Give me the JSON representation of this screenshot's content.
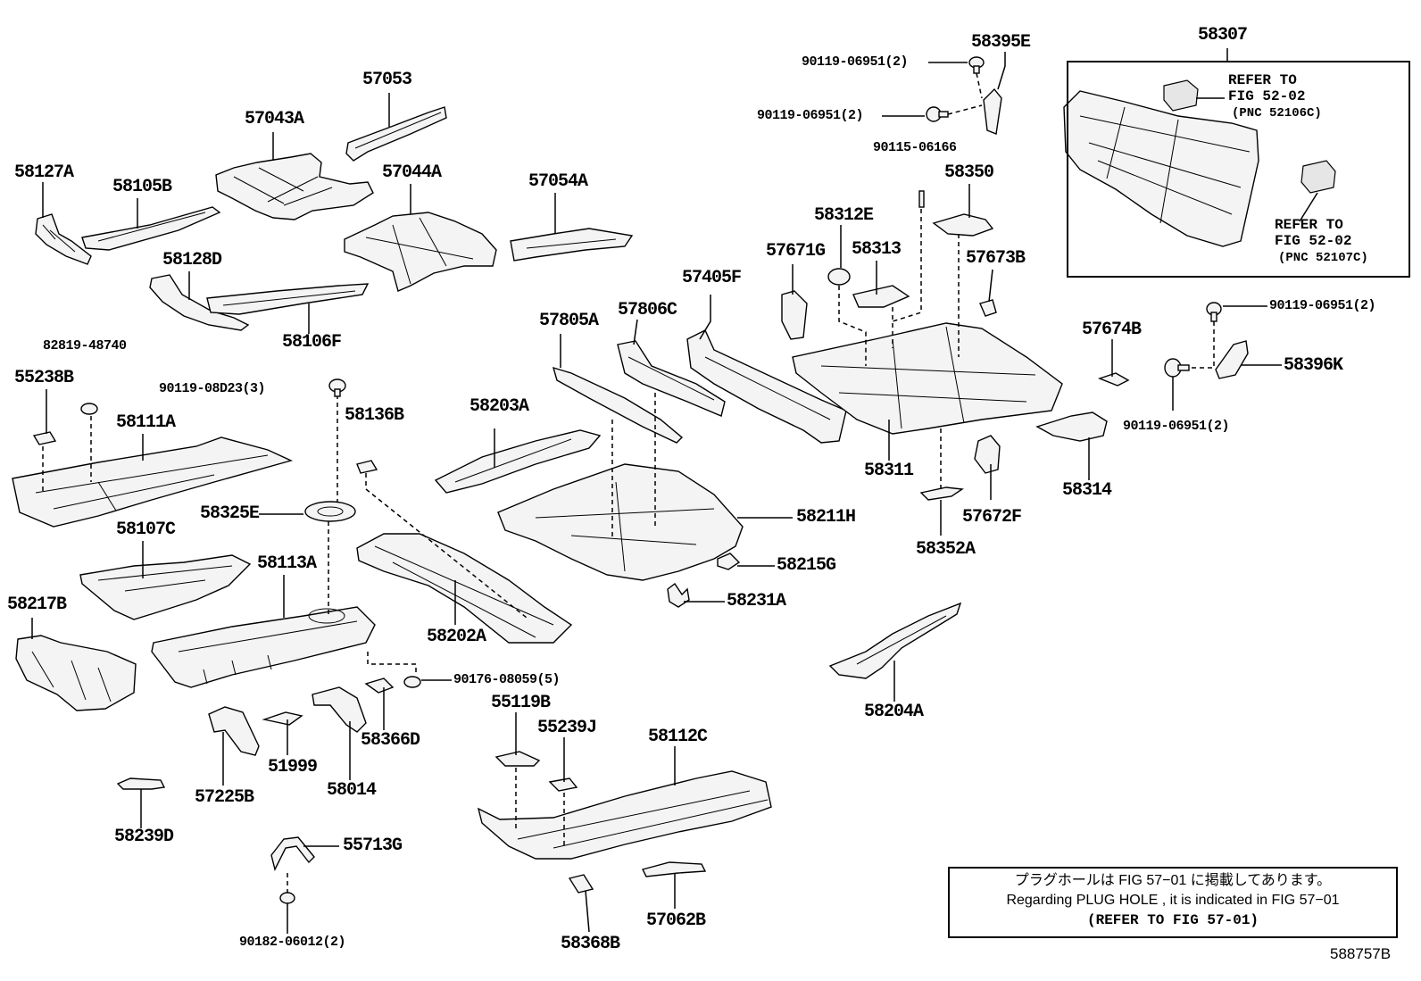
{
  "labels": {
    "l58307": "58307",
    "l58395E": "58395E",
    "l90119_a": "90119-06951(2)",
    "l90119_b": "90119-06951(2)",
    "l90115": "90115-06166",
    "l58350": "58350",
    "l58312E": "58312E",
    "l58313": "58313",
    "l57671G": "57671G",
    "l57673B": "57673B",
    "l57405F": "57405F",
    "l57806C": "57806C",
    "l57805A": "57805A",
    "l57674B": "57674B",
    "l90119_c": "90119-06951(2)",
    "l58396K": "58396K",
    "l90119_d": "90119-06951(2)",
    "l58311": "58311",
    "l58314": "58314",
    "l57672F": "57672F",
    "l58352A": "58352A",
    "l58211H": "58211H",
    "l58215G": "58215G",
    "l58231A": "58231A",
    "l58203A": "58203A",
    "l58202A": "58202A",
    "l58204A": "58204A",
    "l57053": "57053",
    "l57043A": "57043A",
    "l57044A": "57044A",
    "l57054A": "57054A",
    "l58127A": "58127A",
    "l58105B": "58105B",
    "l58128D": "58128D",
    "l58106F": "58106F",
    "l82819": "82819-48740",
    "l55238B": "55238B",
    "l90119_08D23": "90119-08D23(3)",
    "l58136B": "58136B",
    "l58111A": "58111A",
    "l58325E": "58325E",
    "l58107C": "58107C",
    "l58113A": "58113A",
    "l58217B": "58217B",
    "l90176": "90176-08059(5)",
    "l58366D": "58366D",
    "l51999": "51999",
    "l58014": "58014",
    "l57225B": "57225B",
    "l58239D": "58239D",
    "l55713G": "55713G",
    "l90182": "90182-06012(2)",
    "l55119B": "55119B",
    "l55239J": "55239J",
    "l58112C": "58112C",
    "l58368B": "58368B",
    "l57062B": "57062B",
    "fig_id": "588757B"
  },
  "refs": {
    "ref1_line1": "REFER TO",
    "ref1_line2": "FIG 52-02",
    "ref1_line3": "(PNC 52106C)",
    "ref2_line1": "REFER TO",
    "ref2_line2": "FIG 52-02",
    "ref2_line3": "(PNC 52107C)"
  },
  "note": {
    "line1": "プラグホールは FIG 57−01 に掲載してあります。",
    "line2": "Regarding  PLUG  HOLE , it is indicated in FIG  57−01",
    "line3": "(REFER TO FIG 57-01)"
  }
}
